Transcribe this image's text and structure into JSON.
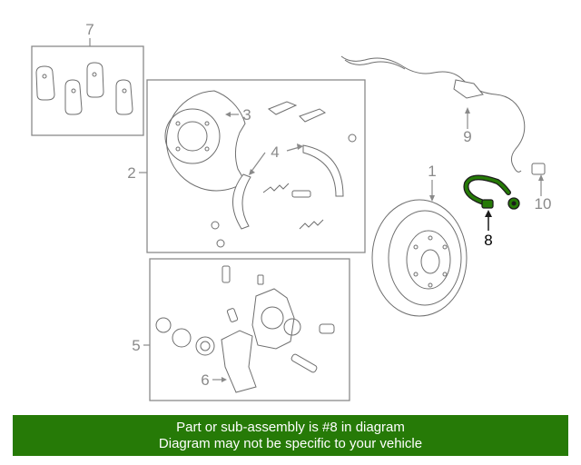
{
  "callouts": {
    "c1": "1",
    "c2": "2",
    "c3": "3",
    "c4": "4",
    "c5": "5",
    "c6": "6",
    "c7": "7",
    "c8": "8",
    "c9": "9",
    "c10": "10"
  },
  "highlighted_part": "8",
  "colors": {
    "highlight": "#267a07",
    "line": "#8a8a8a",
    "banner_bg": "#267a07",
    "banner_text": "#ffffff"
  },
  "banner": {
    "line1": "Part or sub-assembly is #8 in diagram",
    "line2": "Diagram may not be specific to your vehicle"
  }
}
